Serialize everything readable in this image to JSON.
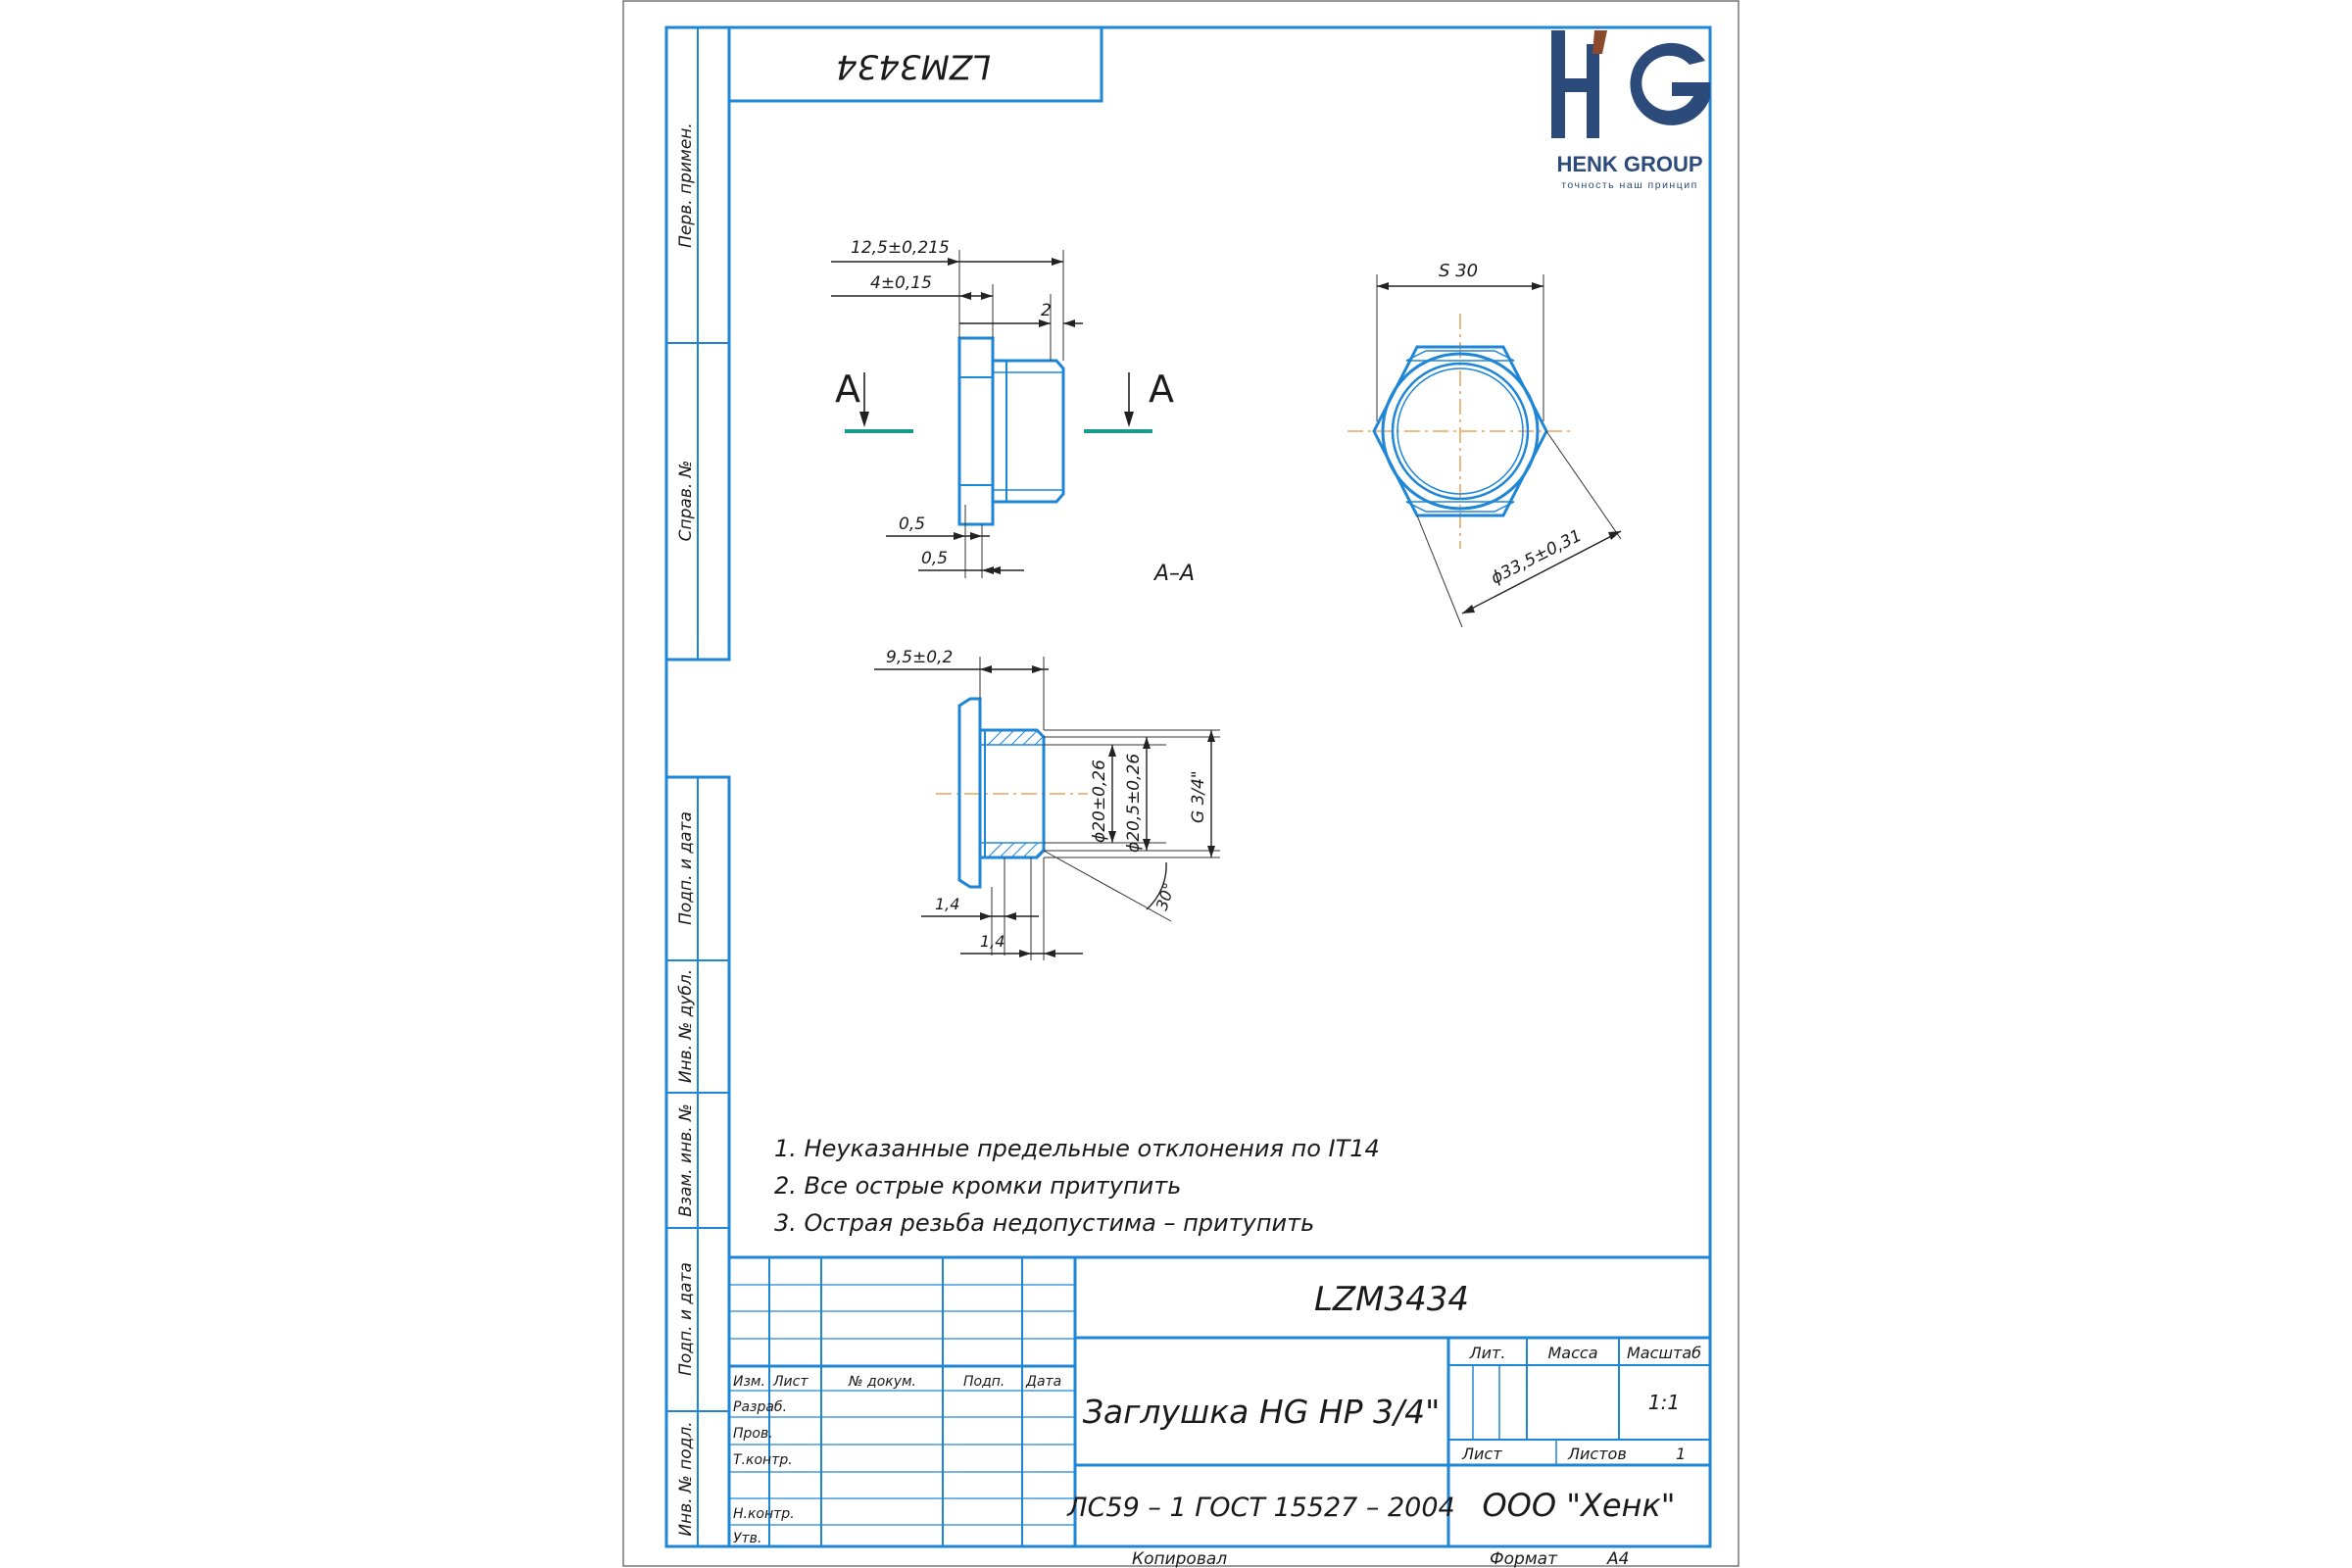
{
  "logo": {
    "brand": "HENK GROUP",
    "slogan": "точность наш принцип",
    "mark": "HG"
  },
  "stamp_top": "LZM3434",
  "side_labels": [
    "Перв. примен.",
    "Справ. №",
    "Подп. и дата",
    "Инв. № дубл.",
    "Взам. инв. №",
    "Подп. и дата",
    "Инв. № подл."
  ],
  "views": {
    "section_letter": "A",
    "section_title": "A–A",
    "hex_key": "S 30",
    "across_corners": "ϕ33,5±0,31"
  },
  "dimensions": {
    "length_total": "12,5±0,215",
    "flange": "4±0,15",
    "chamfer_2": "2",
    "gap_05_a": "0,5",
    "gap_05_b": "0,5",
    "depth": "9,5±0,2",
    "bore_20": "ϕ20±0,26",
    "bore_205": "ϕ20,5±0,26",
    "thread": "G 3/4\"",
    "angle": "30°",
    "undercut_a": "1,4",
    "undercut_b": "1,4"
  },
  "notes": [
    "1. Неуказанные предельные отклонения по IT14",
    "2. Все острые кромки притупить",
    "3. Острая резьба недопустима – притупить"
  ],
  "title_block": {
    "doc_number": "LZM3434",
    "part_name": "Заглушка HG HP 3/4\"",
    "material": "ЛС59 – 1 ГОСТ 15527 – 2004",
    "company": "ООО \"Хенк\"",
    "col_headers": [
      "Изм.",
      "Лист",
      "№ докум.",
      "Подп.",
      "Дата"
    ],
    "roles": [
      "Разраб.",
      "Пров.",
      "Т.контр.",
      "Н.контр.",
      "Утв."
    ],
    "lit_label": "Лит.",
    "mass_label": "Масса",
    "scale_label": "Масштаб",
    "scale_value": "1:1",
    "sheet_label": "Лист",
    "sheets_label": "Листов",
    "sheets_value": "1"
  },
  "footer": {
    "copied": "Копировал",
    "format_label": "Формат",
    "format_value": "А4"
  },
  "colors": {
    "frame": "#1f86d6",
    "part": "#1f86d6",
    "center": "#e69138",
    "section_mark": "#1a9a8a",
    "logo_blue": "#2c4a7a",
    "logo_brown": "#8b4a2b"
  }
}
